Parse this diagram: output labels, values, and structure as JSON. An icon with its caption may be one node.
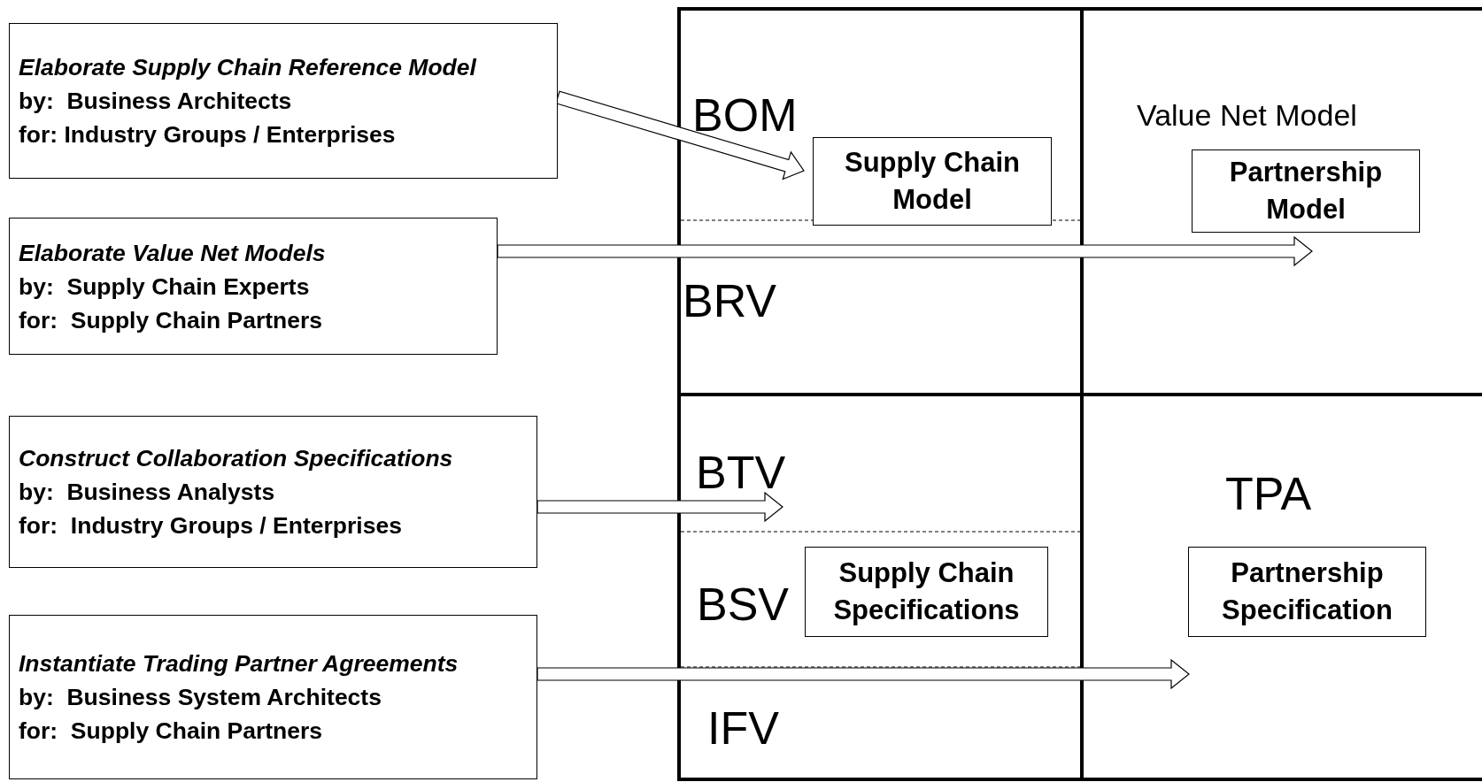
{
  "diagram": {
    "nodes": [
      {
        "text": [
          "Elaborate Supply Chain Reference Model",
          "by:  Business Architects",
          "for: Industry Groups / Enterprises"
        ]
      },
      {
        "text": [
          "Elaborate Value Net Models",
          "by:  Supply Chain Experts",
          "for:  Supply Chain Partners"
        ]
      },
      {
        "text": [
          "Construct Collaboration Specifications",
          "by:  Business Analysts",
          "for:  Industry Groups / Enterprises"
        ]
      },
      {
        "text": [
          "Instantiate Trading Partner Agreements",
          "by:  Business System Architects",
          "for:  Supply Chain Partners"
        ]
      },
      {
        "text": [
          "Supply Chain Model"
        ]
      },
      {
        "text": [
          "Partnership Model"
        ]
      },
      {
        "text": [
          "Supply Chain Specifications"
        ]
      },
      {
        "text": [
          "Partnership Specification"
        ]
      }
    ],
    "edges": [
      {
        "from": 0,
        "to": 4,
        "arrow": "to"
      },
      {
        "from": 1,
        "to": null,
        "arrow": "to"
      },
      {
        "from": 2,
        "to": null,
        "arrow": "to"
      },
      {
        "from": 3,
        "to": null,
        "arrow": "to"
      }
    ],
    "labels": [
      "BOM",
      "Value Net Model",
      "BRV",
      "BTV",
      "TPA",
      "BSV",
      "IFV"
    ]
  }
}
